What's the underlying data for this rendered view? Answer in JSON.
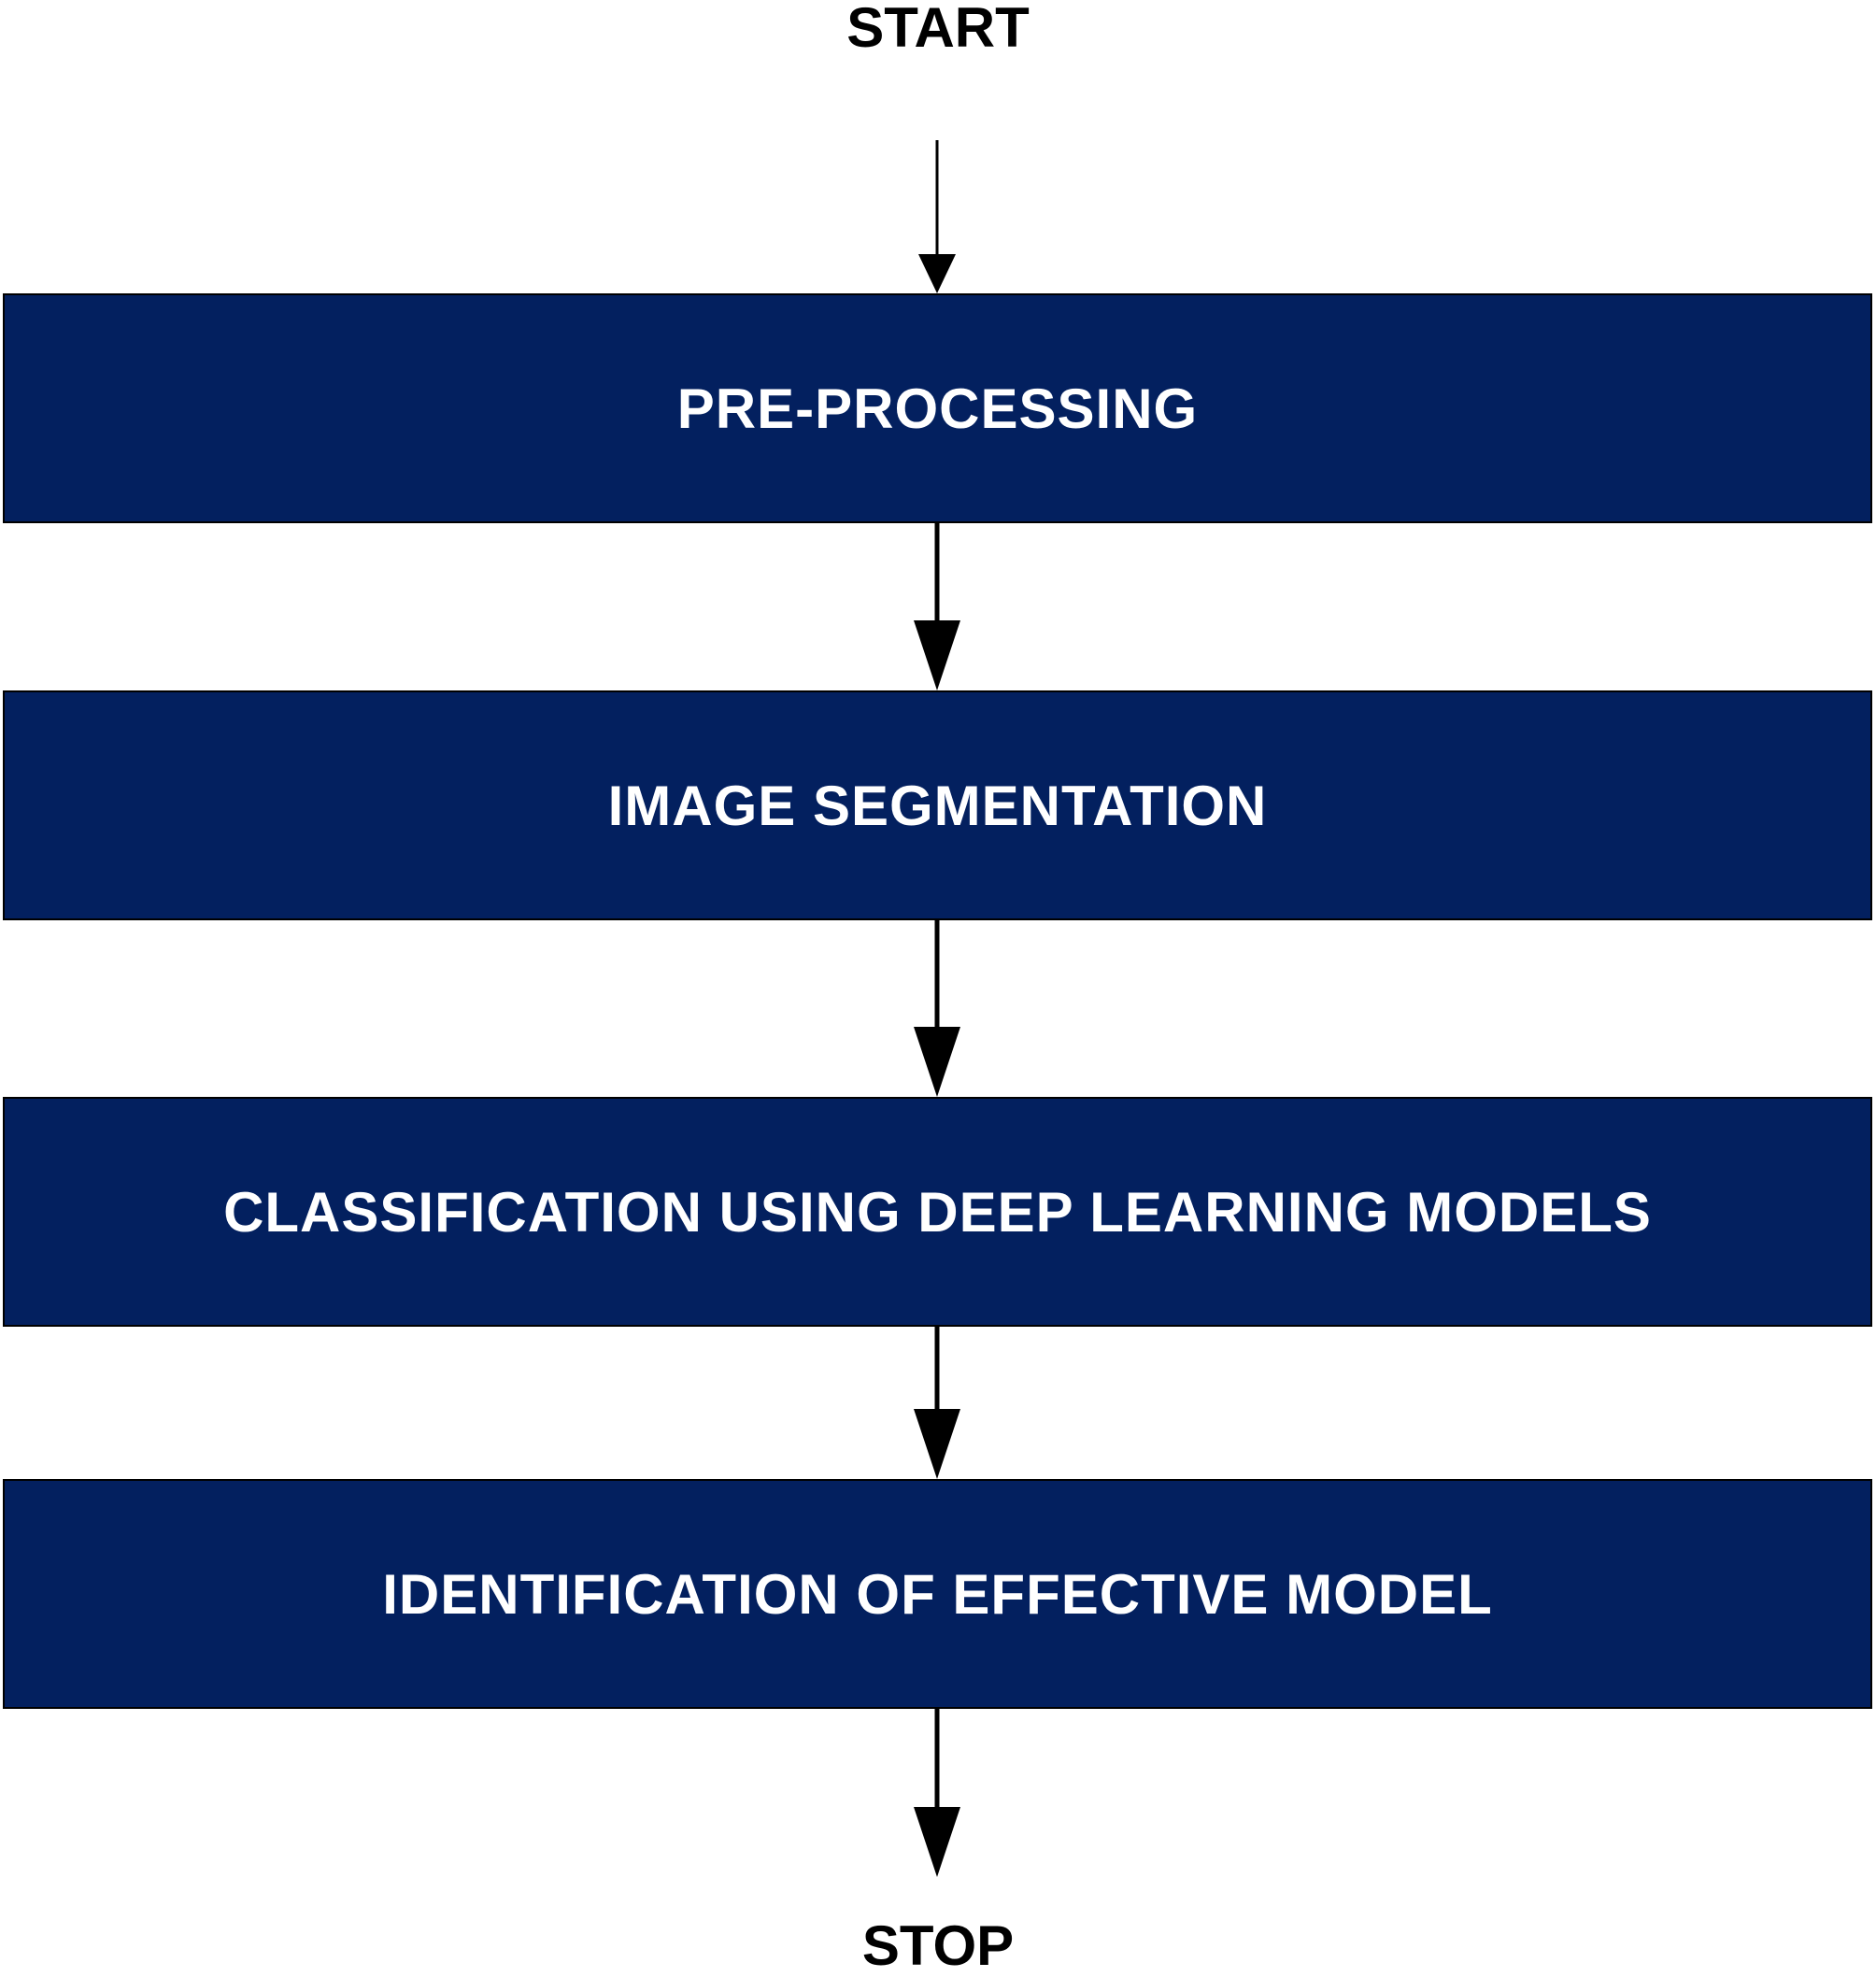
{
  "flowchart": {
    "start": "START",
    "stop": "STOP",
    "steps": [
      {
        "label": "PRE-PROCESSING"
      },
      {
        "label": "IMAGE SEGMENTATION"
      },
      {
        "label": "CLASSIFICATION USING DEEP LEARNING MODELS"
      },
      {
        "label": "IDENTIFICATION OF EFFECTIVE MODEL"
      }
    ],
    "colors": {
      "box_fill": "#03205f",
      "box_text": "#ffffff",
      "arrow": "#000000"
    }
  }
}
